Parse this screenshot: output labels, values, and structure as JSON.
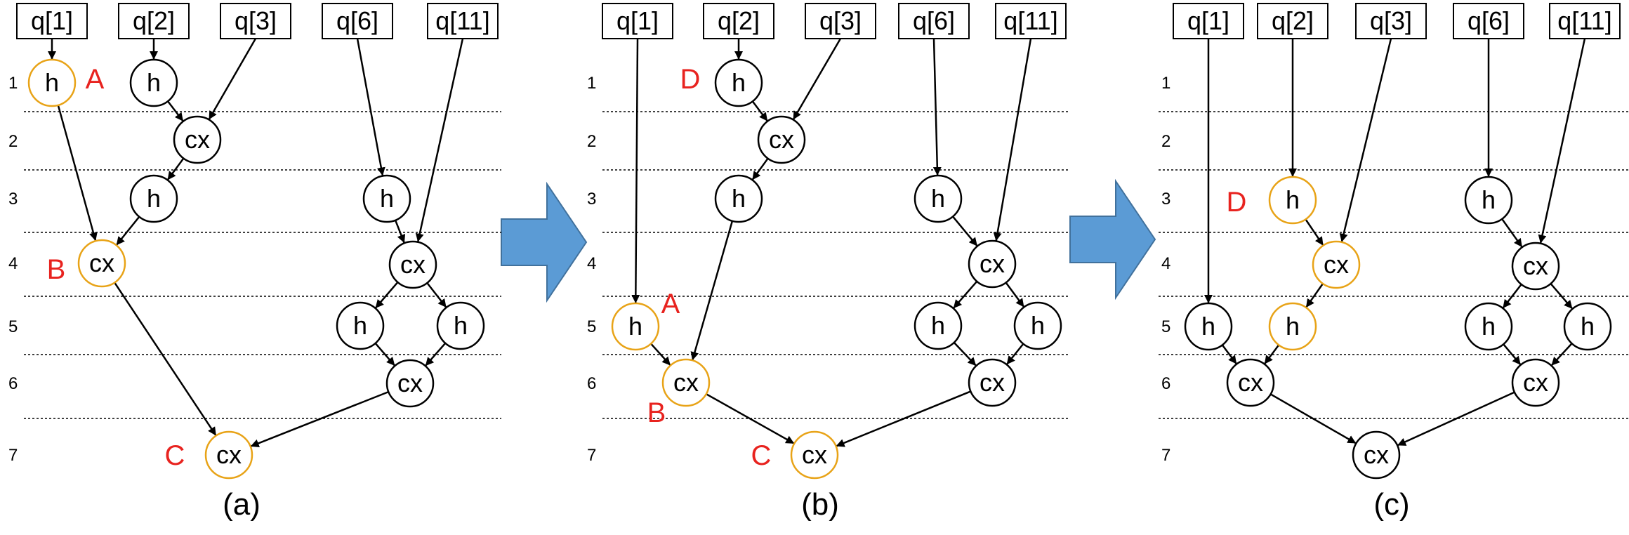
{
  "colors": {
    "highlight": "#E8A317",
    "node_stroke": "#000000",
    "marker": "#E8231F",
    "arrow_fill": "#5B9BD5",
    "arrow_stroke": "#41719C"
  },
  "row_numbers": [
    "1",
    "2",
    "3",
    "4",
    "5",
    "6",
    "7"
  ],
  "panels": [
    {
      "id": "a",
      "caption": "(a)",
      "qubits": [
        {
          "id": "q1",
          "label": "q[1]"
        },
        {
          "id": "q2",
          "label": "q[2]"
        },
        {
          "id": "q3",
          "label": "q[3]"
        },
        {
          "id": "q6",
          "label": "q[6]"
        },
        {
          "id": "q11",
          "label": "q[11]"
        }
      ],
      "nodes": [
        {
          "id": "n1",
          "label": "h",
          "highlight": true
        },
        {
          "id": "n2",
          "label": "h",
          "highlight": false
        },
        {
          "id": "n3",
          "label": "cx",
          "highlight": false
        },
        {
          "id": "n4",
          "label": "h",
          "highlight": false
        },
        {
          "id": "n5",
          "label": "cx",
          "highlight": true
        },
        {
          "id": "n6",
          "label": "cx",
          "highlight": true
        },
        {
          "id": "n7",
          "label": "h",
          "highlight": false
        },
        {
          "id": "n8",
          "label": "cx",
          "highlight": false
        },
        {
          "id": "n9",
          "label": "h",
          "highlight": false
        },
        {
          "id": "n10",
          "label": "h",
          "highlight": false
        },
        {
          "id": "n11",
          "label": "cx",
          "highlight": false
        }
      ],
      "edges": [
        [
          "q1",
          "n1"
        ],
        [
          "q2",
          "n2"
        ],
        [
          "q3",
          "n3"
        ],
        [
          "n2",
          "n3"
        ],
        [
          "n3",
          "n4"
        ],
        [
          "n1",
          "n5"
        ],
        [
          "n4",
          "n5"
        ],
        [
          "n5",
          "n6"
        ],
        [
          "q6",
          "n7"
        ],
        [
          "n7",
          "n8"
        ],
        [
          "q11",
          "n8"
        ],
        [
          "n8",
          "n9"
        ],
        [
          "n8",
          "n10"
        ],
        [
          "n9",
          "n11"
        ],
        [
          "n10",
          "n11"
        ],
        [
          "n11",
          "n6"
        ]
      ],
      "markers": [
        {
          "id": "mA",
          "text": "A"
        },
        {
          "id": "mB",
          "text": "B"
        },
        {
          "id": "mC",
          "text": "C"
        }
      ]
    },
    {
      "id": "b",
      "caption": "(b)",
      "qubits": [
        {
          "id": "q1",
          "label": "q[1]"
        },
        {
          "id": "q2",
          "label": "q[2]"
        },
        {
          "id": "q3",
          "label": "q[3]"
        },
        {
          "id": "q6",
          "label": "q[6]"
        },
        {
          "id": "q11",
          "label": "q[11]"
        }
      ],
      "nodes": [
        {
          "id": "n1",
          "label": "h",
          "highlight": false
        },
        {
          "id": "n2",
          "label": "cx",
          "highlight": false
        },
        {
          "id": "n3",
          "label": "h",
          "highlight": false
        },
        {
          "id": "n4",
          "label": "h",
          "highlight": true
        },
        {
          "id": "n5",
          "label": "cx",
          "highlight": true
        },
        {
          "id": "n6",
          "label": "cx",
          "highlight": true
        },
        {
          "id": "n7",
          "label": "h",
          "highlight": false
        },
        {
          "id": "n8",
          "label": "cx",
          "highlight": false
        },
        {
          "id": "n9",
          "label": "h",
          "highlight": false
        },
        {
          "id": "n10",
          "label": "h",
          "highlight": false
        },
        {
          "id": "n11",
          "label": "cx",
          "highlight": false
        }
      ],
      "edges": [
        [
          "q2",
          "n1"
        ],
        [
          "n1",
          "n2"
        ],
        [
          "q3",
          "n2"
        ],
        [
          "n2",
          "n3"
        ],
        [
          "q1",
          "n4"
        ],
        [
          "n4",
          "n5"
        ],
        [
          "n3",
          "n5"
        ],
        [
          "n5",
          "n6"
        ],
        [
          "q6",
          "n7"
        ],
        [
          "n7",
          "n8"
        ],
        [
          "q11",
          "n8"
        ],
        [
          "n8",
          "n9"
        ],
        [
          "n8",
          "n10"
        ],
        [
          "n9",
          "n11"
        ],
        [
          "n10",
          "n11"
        ],
        [
          "n11",
          "n6"
        ]
      ],
      "markers": [
        {
          "id": "mD",
          "text": "D"
        },
        {
          "id": "mA",
          "text": "A"
        },
        {
          "id": "mB",
          "text": "B"
        },
        {
          "id": "mC",
          "text": "C"
        }
      ]
    },
    {
      "id": "c",
      "caption": "(c)",
      "qubits": [
        {
          "id": "q1",
          "label": "q[1]"
        },
        {
          "id": "q2",
          "label": "q[2]"
        },
        {
          "id": "q3",
          "label": "q[3]"
        },
        {
          "id": "q6",
          "label": "q[6]"
        },
        {
          "id": "q11",
          "label": "q[11]"
        }
      ],
      "nodes": [
        {
          "id": "n1",
          "label": "h",
          "highlight": true
        },
        {
          "id": "n2",
          "label": "cx",
          "highlight": true
        },
        {
          "id": "n3",
          "label": "h",
          "highlight": false
        },
        {
          "id": "n4",
          "label": "h",
          "highlight": true
        },
        {
          "id": "n5",
          "label": "cx",
          "highlight": false
        },
        {
          "id": "n6",
          "label": "cx",
          "highlight": false
        },
        {
          "id": "n7",
          "label": "h",
          "highlight": false
        },
        {
          "id": "n8",
          "label": "cx",
          "highlight": false
        },
        {
          "id": "n9",
          "label": "h",
          "highlight": false
        },
        {
          "id": "n10",
          "label": "h",
          "highlight": false
        },
        {
          "id": "n11",
          "label": "cx",
          "highlight": false
        }
      ],
      "edges": [
        [
          "q2",
          "n1"
        ],
        [
          "n1",
          "n2"
        ],
        [
          "q3",
          "n2"
        ],
        [
          "n2",
          "n4"
        ],
        [
          "q1",
          "n3"
        ],
        [
          "n3",
          "n5"
        ],
        [
          "n4",
          "n5"
        ],
        [
          "n5",
          "n6"
        ],
        [
          "q6",
          "n7"
        ],
        [
          "n7",
          "n8"
        ],
        [
          "q11",
          "n8"
        ],
        [
          "n8",
          "n9"
        ],
        [
          "n8",
          "n10"
        ],
        [
          "n9",
          "n11"
        ],
        [
          "n10",
          "n11"
        ],
        [
          "n11",
          "n6"
        ]
      ],
      "markers": [
        {
          "id": "mD",
          "text": "D"
        }
      ]
    }
  ]
}
